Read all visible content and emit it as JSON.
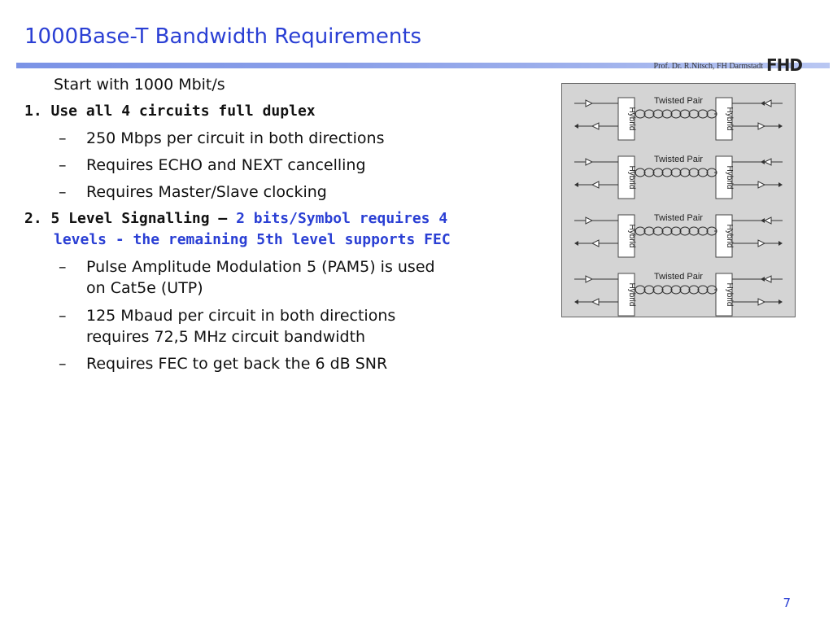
{
  "slide": {
    "title": "1000Base-T Bandwidth Requirements",
    "author": "Prof. Dr. R.Nitsch, FH Darmstadt",
    "logo_text": "FHD",
    "page_number": "7"
  },
  "content": {
    "intro": "Start with 1000 Mbit/s",
    "item1": {
      "label": "1. Use all 4 circuits full duplex",
      "bullets": [
        "250 Mbps per circuit in both directions",
        "Requires ECHO and NEXT cancelling",
        "Requires Master/Slave clocking"
      ]
    },
    "item2": {
      "label_black": "2. 5 Level Signalling – ",
      "label_blue_line1": "2 bits/Symbol requires 4",
      "label_blue_line2": "levels - the remaining 5th level supports FEC",
      "bullets": [
        {
          "line1": "Pulse Amplitude Modulation 5 (PAM5) is used",
          "line2": "on Cat5e (UTP)"
        },
        {
          "line1": "125 Mbaud per circuit in both directions",
          "line2": "requires 72,5 MHz circuit bandwidth"
        },
        {
          "line1": "Requires FEC to get back the 6 dB SNR",
          "line2": ""
        }
      ]
    },
    "dash": "–"
  },
  "diagram": {
    "pair_label": "Twisted Pair",
    "hybrid_label": "Hybrid",
    "pair_count": 4,
    "background_color": "#d4d4d4",
    "accent_color": "#2a3fd4"
  }
}
